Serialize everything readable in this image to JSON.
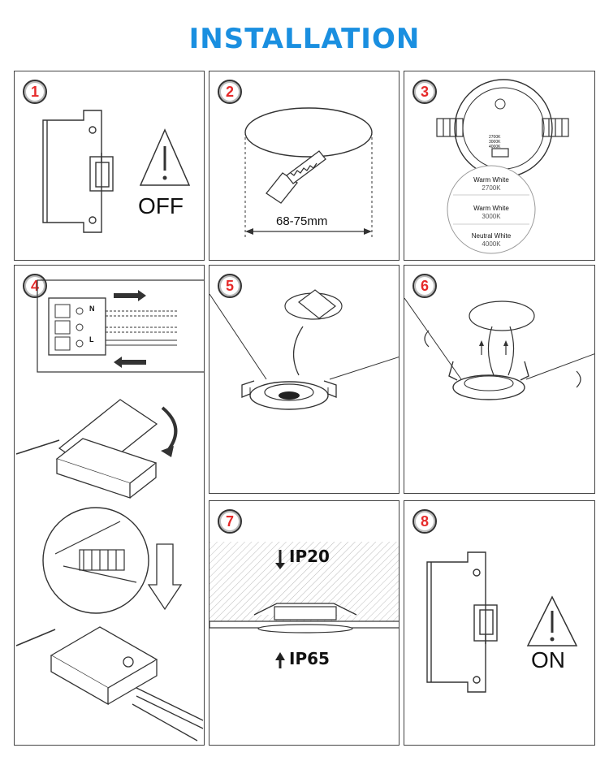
{
  "title": "INSTALLATION",
  "steps": [
    {
      "number": "1",
      "label": "OFF"
    },
    {
      "number": "2",
      "dimension": "68-75mm"
    },
    {
      "number": "3",
      "cct_options": [
        {
          "name": "Warm White",
          "kelvin": "2700K"
        },
        {
          "name": "Warm White",
          "kelvin": "3000K"
        },
        {
          "name": "Neutral White",
          "kelvin": "4000K"
        }
      ],
      "switch_marks": [
        "2700K",
        "3000K",
        "4000K"
      ]
    },
    {
      "number": "4",
      "terminal_marks": [
        "N",
        "L"
      ]
    },
    {
      "number": "5"
    },
    {
      "number": "6"
    },
    {
      "number": "7",
      "ratings": {
        "top": "IP20",
        "bottom": "IP65"
      }
    },
    {
      "number": "8",
      "label": "ON"
    }
  ],
  "colors": {
    "title": "#1a8fe0",
    "badge_number": "#e62a2a",
    "line": "#333333"
  }
}
